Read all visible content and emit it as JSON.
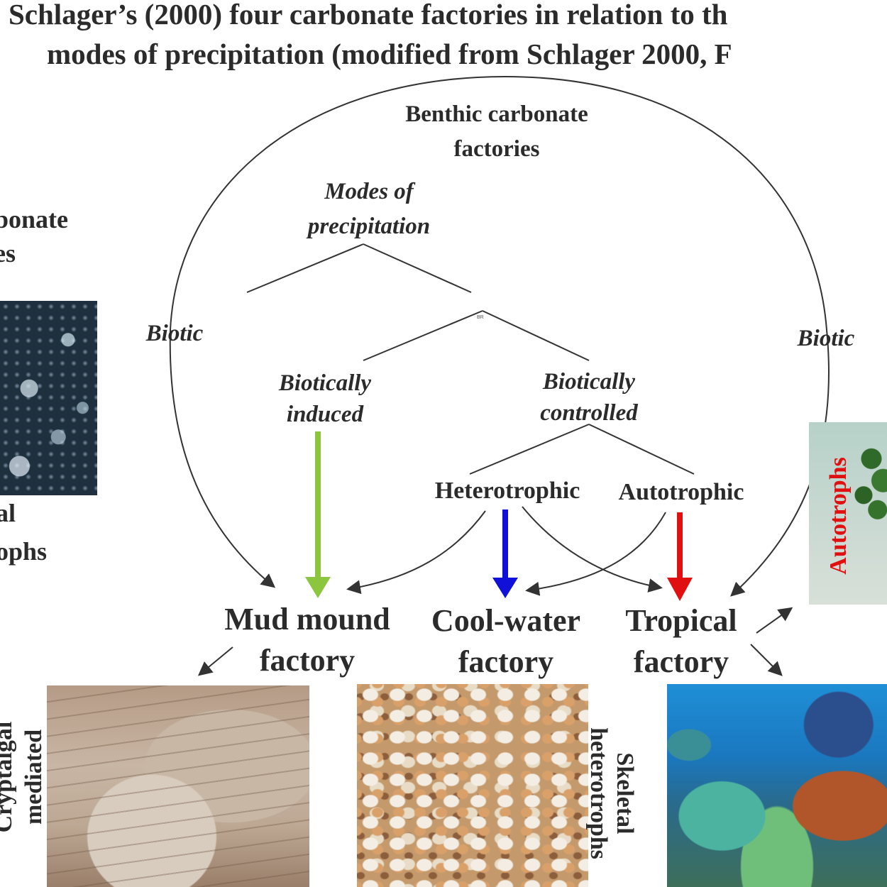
{
  "title": {
    "line1": "Schlager’s (2000) four carbonate factories in relation to th",
    "line2": "modes of precipitation (modified from Schlager 2000, F"
  },
  "left_panel": {
    "heading_line1": "bonate",
    "heading_line2": "es",
    "caption_line1": "al",
    "caption_line2": "ophs"
  },
  "diagram": {
    "benthic_line1": "Benthic carbonate",
    "benthic_line2": "factories",
    "modes_line1": "Modes of",
    "modes_line2": "precipitation",
    "biotic_left": "Biotic",
    "biotic_right": "Biotic",
    "induced_line1": "Biotically",
    "induced_line2": "induced",
    "controlled_line1": "Biotically",
    "controlled_line2": "controlled",
    "heterotrophic": "Heterotrophic",
    "autotrophic": "Autotrophic",
    "small_mark": "BR",
    "colors": {
      "induced_arrow": "#8cc63f",
      "heterotrophic_arrow": "#1010d8",
      "autotrophic_arrow": "#e01010",
      "line": "#333333"
    }
  },
  "factories": {
    "mud_line1": "Mud mound",
    "mud_line2": "factory",
    "cool_line1": "Cool-water",
    "cool_line2": "factory",
    "tropical_line1": "Tropical",
    "tropical_line2": "factory"
  },
  "photo_labels": {
    "cryptalgal_line1": "Cryptalgal",
    "cryptalgal_line2": "mediated",
    "skeletal_line1": "Skeletal",
    "skeletal_line2": "heterotrophs",
    "autotrophs": "Autotrophs"
  }
}
